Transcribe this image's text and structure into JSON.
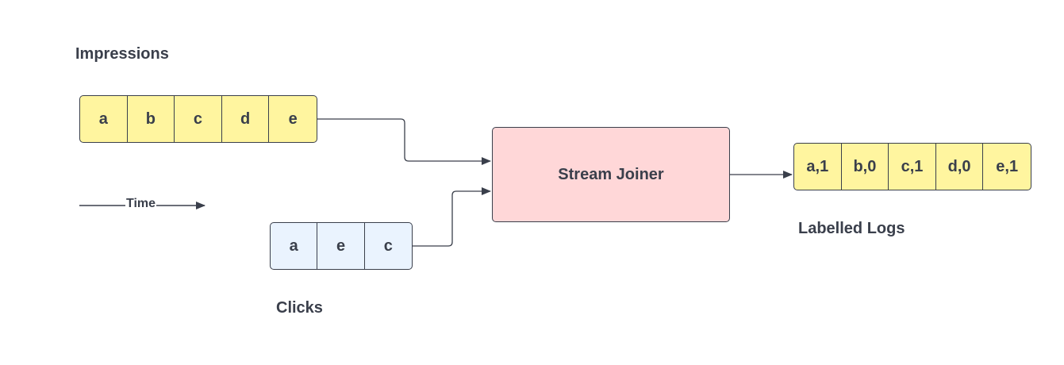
{
  "impressions": {
    "label": "Impressions",
    "cells": [
      "a",
      "b",
      "c",
      "d",
      "e"
    ],
    "color": "#fff59f"
  },
  "clicks": {
    "label": "Clicks",
    "cells": [
      "a",
      "e",
      "c"
    ],
    "color": "#eaf3fe"
  },
  "joiner": {
    "label": "Stream Joiner",
    "color": "#ffd7d8"
  },
  "labelled_logs": {
    "label": "Labelled Logs",
    "cells": [
      "a,1",
      "b,0",
      "c,1",
      "d,0",
      "e,1"
    ],
    "color": "#fff59f"
  },
  "time_arrow": {
    "label": "Time"
  }
}
